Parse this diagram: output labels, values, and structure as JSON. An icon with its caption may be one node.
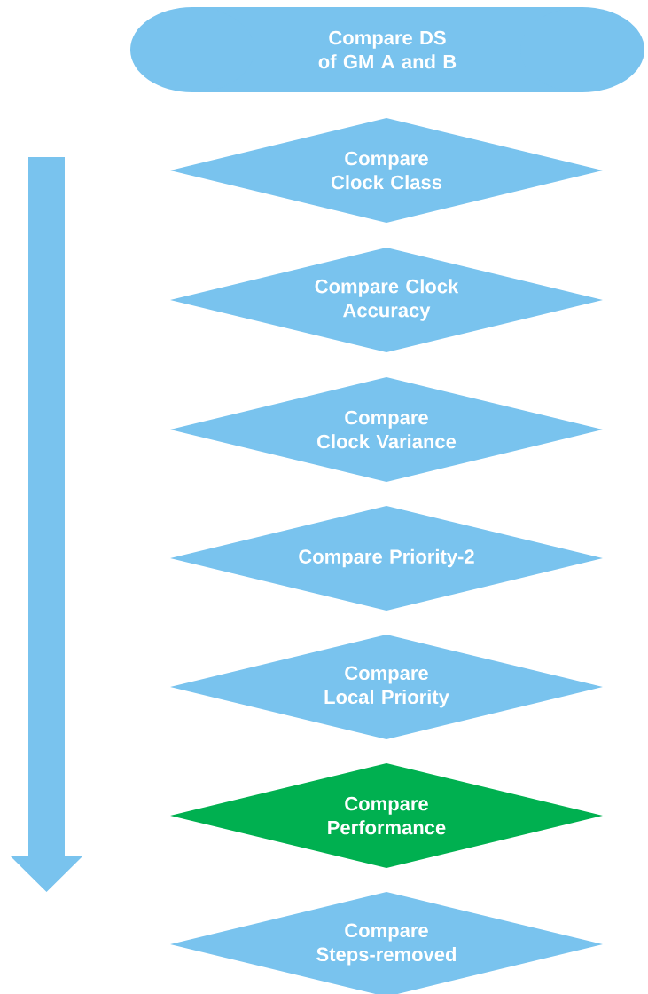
{
  "diagram": {
    "nodes": [
      {
        "text": [
          "Compare DS of GM A and B"
        ]
      },
      {
        "text": [
          "Compare Clock Class"
        ]
      },
      {
        "text": [
          "Compare Clock Accuracy"
        ]
      },
      {
        "text": [
          "Compare Clock Variance"
        ]
      },
      {
        "text": [
          "Compare Priority-2"
        ]
      },
      {
        "text": [
          "Compare Local Priority"
        ]
      },
      {
        "text": [
          "Compare Performance"
        ]
      },
      {
        "text": [
          "Compare Steps-removed"
        ]
      }
    ]
  }
}
